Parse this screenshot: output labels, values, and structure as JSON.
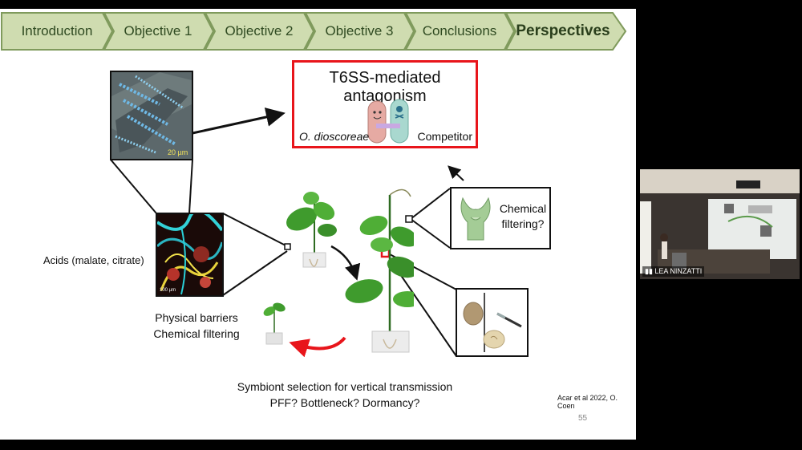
{
  "nav": {
    "tabs": [
      {
        "label": "Introduction",
        "active": false
      },
      {
        "label": "Objective 1",
        "active": false
      },
      {
        "label": "Objective 2",
        "active": false
      },
      {
        "label": "Objective 3",
        "active": false
      },
      {
        "label": "Conclusions",
        "active": false
      },
      {
        "label": "Perspectives",
        "active": true
      }
    ],
    "fill_color": "#cfdcb0",
    "border_color": "#7f9a5c"
  },
  "slide": {
    "t6ss_box": {
      "title": "T6SS-mediated antagonism",
      "left_label": "O. dioscoreae",
      "right_label": "Competitor",
      "border_color": "#e8151b"
    },
    "scale_bar": "20 µm",
    "micro_scale": "100 µm",
    "chemical_filtering": "Chemical\nfiltering?",
    "acids": "Acids (malate, citrate)",
    "barriers_line1": "Physical barriers",
    "barriers_line2": "Chemical filtering",
    "selection_line1": "Symbiont selection for vertical transmission",
    "selection_line2": "PFF? Bottleneck? Dormancy?",
    "citation": "Acar et al 2022, O. Coen",
    "page_number": "55"
  },
  "webcam": {
    "name": "LEA NINZATTI",
    "signal_icon": "signal-bars-icon"
  },
  "colors": {
    "leaf_green": "#3f9b2d",
    "arrow_red": "#e8151b",
    "background": "#000000"
  }
}
